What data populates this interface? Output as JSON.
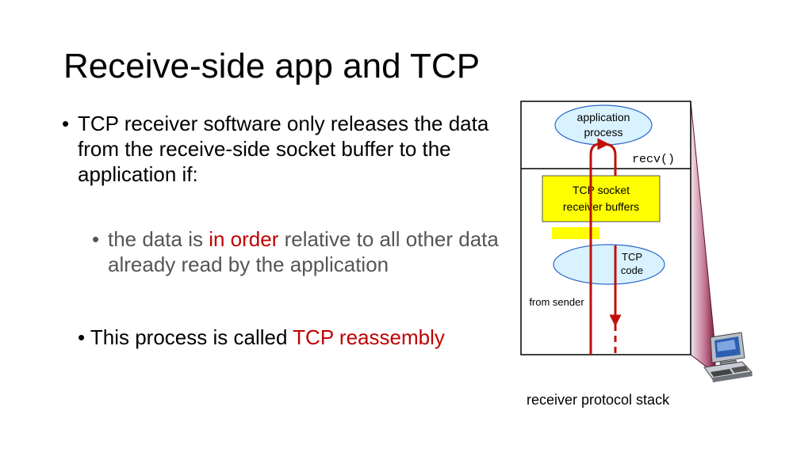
{
  "slide": {
    "title": "Receive-side app and TCP"
  },
  "bullets": {
    "b1_text": "TCP receiver software only releases the data from the receive-side socket buffer to the application if:",
    "b2_prefix": "the data is ",
    "b2_highlight": "in order",
    "b2_suffix": " relative to all other data already read by the application",
    "b3_prefix": "This process is called ",
    "b3_highlight": "TCP reassembly",
    "bullet_glyph": "•"
  },
  "diagram": {
    "app_line1": "application",
    "app_line2": "process",
    "recv_call": "recv()",
    "buffer_line1": "TCP socket",
    "buffer_line2": "receiver buffers",
    "tcp_line1": "TCP",
    "tcp_line2": "code",
    "from_sender": "from sender",
    "caption": "receiver protocol stack",
    "icon": "desktop-computer-icon"
  },
  "colors": {
    "accent_red": "#c00000",
    "ellipse_fill": "#d9f2ff",
    "ellipse_stroke": "#2a66c8",
    "buffer_fill": "#ffff00",
    "arrow_red": "#c0100a",
    "body_text": "#000000",
    "sub_bullet_text": "#555555"
  }
}
